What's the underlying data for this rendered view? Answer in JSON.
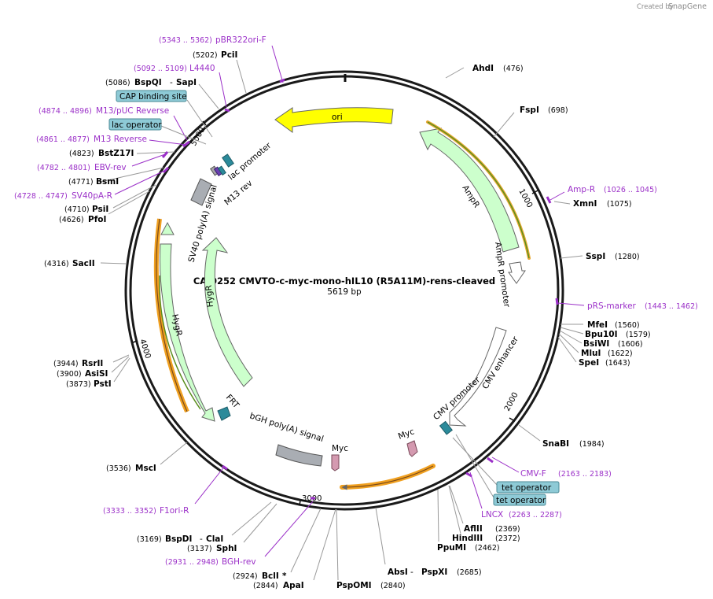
{
  "credit": {
    "prefix": "Created by",
    "brand": "SnapGene"
  },
  "plasmid": {
    "name": "CA-0252 CMVTO-c-myc-mono-hIL10 (R5A11M)-rens-cleaved",
    "length": "5619 bp"
  },
  "ticks": [
    "1000",
    "2000",
    "3000",
    "4000",
    "5000"
  ],
  "sites": [
    {
      "id": "ahdi",
      "name": "AhdI",
      "pos": "(476)"
    },
    {
      "id": "fspi",
      "name": "FspI",
      "pos": "(698)"
    },
    {
      "id": "xmni",
      "name": "XmnI",
      "pos": "(1075)"
    },
    {
      "id": "sspi",
      "name": "SspI",
      "pos": "(1280)"
    },
    {
      "id": "mfei",
      "name": "MfeI",
      "pos": "(1560)"
    },
    {
      "id": "bpu10i",
      "name": "Bpu10I",
      "pos": "(1579)"
    },
    {
      "id": "bsiwi",
      "name": "BsiWI",
      "pos": "(1606)"
    },
    {
      "id": "mlui",
      "name": "MluI",
      "pos": "(1622)"
    },
    {
      "id": "spei",
      "name": "SpeI",
      "pos": "(1643)"
    },
    {
      "id": "snabi",
      "name": "SnaBI",
      "pos": "(1984)"
    },
    {
      "id": "aflii",
      "name": "AflII",
      "pos": "(2369)"
    },
    {
      "id": "hindiii",
      "name": "HindIII",
      "pos": "(2372)"
    },
    {
      "id": "ppumi",
      "name": "PpuMI",
      "pos": "(2462)"
    },
    {
      "id": "absi",
      "name": "AbsI",
      "name2": "PspXI",
      "pos": "(2685)"
    },
    {
      "id": "pspomi",
      "name": "PspOMI",
      "pos": "(2840)"
    },
    {
      "id": "apai",
      "name": "ApaI",
      "pos": "(2844)"
    },
    {
      "id": "bcli",
      "name": "BclI",
      "mark": "*",
      "pos": "(2924)"
    },
    {
      "id": "sphi",
      "name": "SphI",
      "pos": "(3137)"
    },
    {
      "id": "bspdi",
      "name": "BspDI",
      "name2": "ClaI",
      "pos": "(3169)"
    },
    {
      "id": "msci",
      "name": "MscI",
      "pos": "(3536)"
    },
    {
      "id": "psti",
      "name": "PstI",
      "pos": "(3873)"
    },
    {
      "id": "asisi",
      "name": "AsiSI",
      "pos": "(3900)"
    },
    {
      "id": "rsrii",
      "name": "RsrII",
      "pos": "(3944)"
    },
    {
      "id": "sacii",
      "name": "SacII",
      "pos": "(4316)"
    },
    {
      "id": "pfoi",
      "name": "PfoI",
      "pos": "(4626)"
    },
    {
      "id": "psii",
      "name": "PsiI",
      "pos": "(4710)"
    },
    {
      "id": "bsmi",
      "name": "BsmI",
      "pos": "(4771)"
    },
    {
      "id": "bstz17i",
      "name": "BstZ17I",
      "pos": "(4823)"
    },
    {
      "id": "bspqi",
      "name": "BspQI",
      "name2": "SapI",
      "pos": "(5086)"
    },
    {
      "id": "pcii",
      "name": "PciI",
      "pos": "(5202)"
    }
  ],
  "primers": [
    {
      "id": "pbr322ori-f",
      "name": "pBR322ori-F",
      "range": "(5343 .. 5362)"
    },
    {
      "id": "l4440",
      "name": "L4440",
      "range": "(5092 .. 5109)"
    },
    {
      "id": "m13-puc-reverse",
      "name": "M13/pUC Reverse",
      "range": "(4874 .. 4896)"
    },
    {
      "id": "m13-reverse",
      "name": "M13 Reverse",
      "range": "(4861 .. 4877)"
    },
    {
      "id": "ebv-rev",
      "name": "EBV-rev",
      "range": "(4782 .. 4801)"
    },
    {
      "id": "sv40pa-r",
      "name": "SV40pA-R",
      "range": "(4728 .. 4747)"
    },
    {
      "id": "amp-r",
      "name": "Amp-R",
      "range": "(1026 .. 1045)"
    },
    {
      "id": "prs-marker",
      "name": "pRS-marker",
      "range": "(1443 .. 1462)"
    },
    {
      "id": "cmv-f",
      "name": "CMV-F",
      "range": "(2163 .. 2183)"
    },
    {
      "id": "lncx",
      "name": "LNCX",
      "range": "(2263 .. 2287)"
    },
    {
      "id": "bgh-rev",
      "name": "BGH-rev",
      "range": "(2931 .. 2948)"
    },
    {
      "id": "f1ori-r",
      "name": "F1ori-R",
      "range": "(3333 .. 3352)"
    }
  ],
  "boxes": {
    "cap": "CAP binding site",
    "lacop": "lac operator",
    "tetop1": "tet operator",
    "tetop2": "tet operator"
  },
  "features": {
    "ori": "ori",
    "ampr": "AmpR",
    "ampr_promoter": "AmpR promoter",
    "cmv_enhancer": "CMV enhancer",
    "cmv_promoter": "CMV promoter",
    "myc_inner": "Myc",
    "myc_outer": "Myc",
    "bgh": "bGH poly(A) signal",
    "frt": "FRT",
    "hygr_outer": "HygR",
    "hygr_inner": "HygR",
    "sv40": "SV40 poly(A) signal",
    "lac_promoter": "lac promoter",
    "m13rev": "M13 rev"
  },
  "colors": {
    "ori": "#ffff00",
    "resistance": "#ccffcc",
    "backbone_orange": "#f0a020",
    "polya": "#a9adb3",
    "teal": "#2b8a9a",
    "myc": "#d49ab0",
    "primer": "#9b30c8",
    "box": "#8ecad6"
  }
}
